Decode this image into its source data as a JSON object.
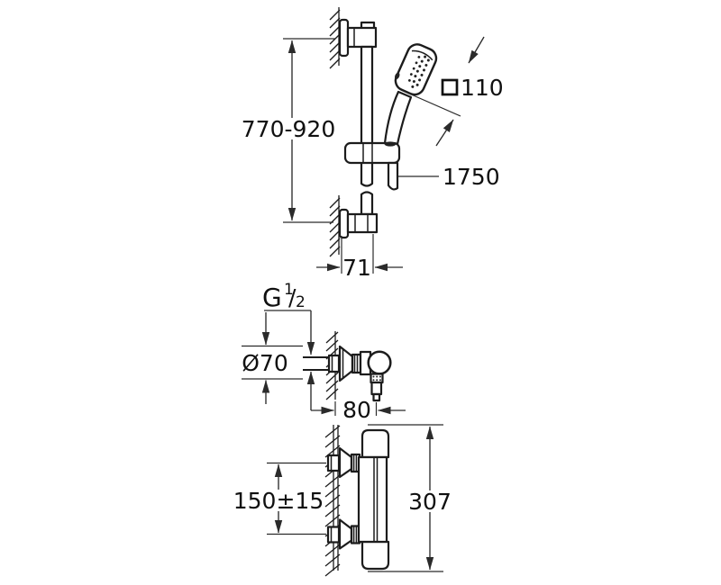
{
  "labels": {
    "rail_height_range": "770-920",
    "head_size": "110",
    "hose_length": "1750",
    "rail_wall_offset": "71",
    "thread_letter": "G",
    "thread_numerator": "1",
    "thread_slash": "/",
    "thread_denominator": "2",
    "flange_diameter": "Ø70",
    "union_depth": "80",
    "mixer_connection_spacing": "150±15",
    "mixer_height": "307"
  },
  "colors": {
    "outline": "#1c1c1c",
    "dimension": "#2b2b2b",
    "background": "#ffffff"
  }
}
